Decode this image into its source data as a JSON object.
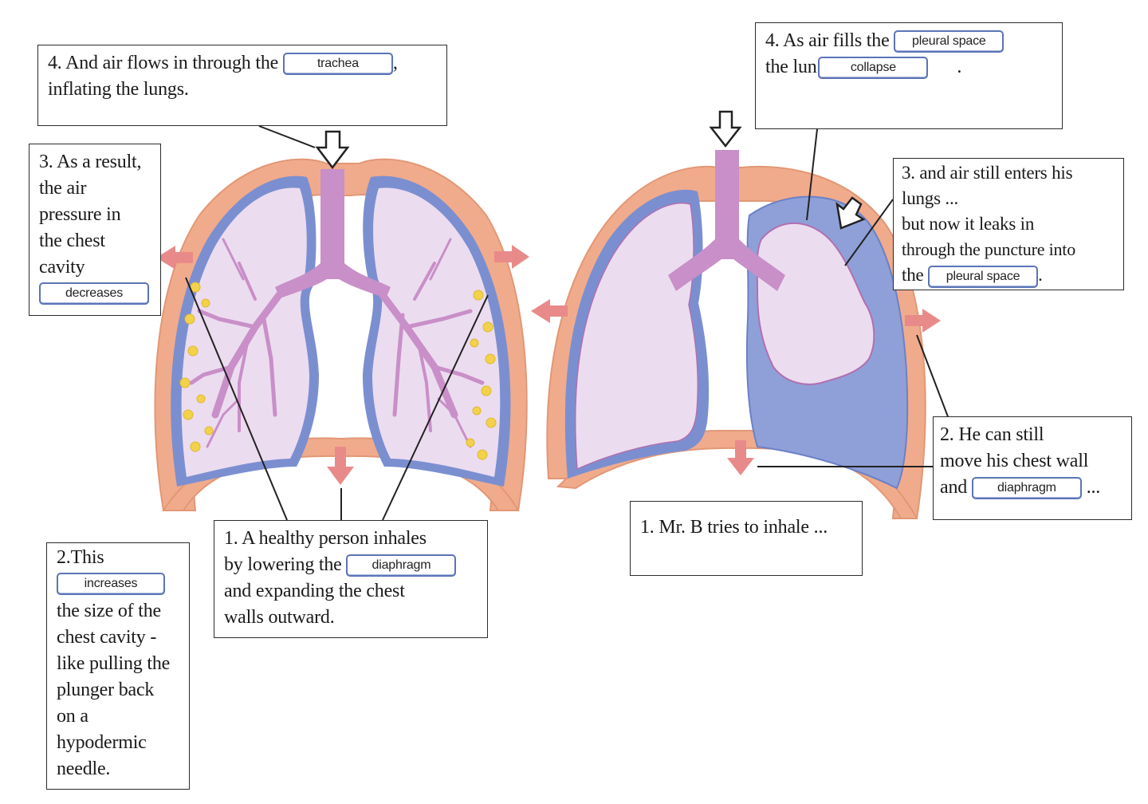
{
  "left_diagram": {
    "label_4": {
      "text_before": "4. And air flows in through the",
      "blank": "trachea",
      "text_after": ",",
      "line2": "inflating the lungs."
    },
    "label_3": {
      "lines": [
        "3. As a result,",
        "the air",
        "pressure in",
        "the chest",
        "cavity"
      ],
      "blank": "decreases"
    },
    "label_2": {
      "line1": "2.This",
      "blank": "increases",
      "lines": [
        "the size of the",
        "chest cavity -",
        "like pulling the",
        "plunger back",
        "on a",
        "hypodermic",
        "needle."
      ]
    },
    "label_1": {
      "line1": "1. A healthy person inhales",
      "line2_before": "by lowering the",
      "blank": "diaphragm",
      "line3": "and expanding the chest",
      "line4": "walls outward."
    }
  },
  "right_diagram": {
    "label_4": {
      "line1_before": "4. As air fills the",
      "blank1": "pleural space",
      "line2_before": "the lun",
      "blank2": "collapse",
      "line2_after": "."
    },
    "label_3": {
      "lines": [
        "3. and air still enters his",
        "lungs ...",
        "but now it leaks in",
        "through the puncture into"
      ],
      "last_before": "the",
      "blank": "pleural space",
      "last_after": "."
    },
    "label_2": {
      "line1": "2. He can still",
      "line2": "move his chest wall",
      "line3_before": "and",
      "blank": "diaphragm",
      "line3_after": "..."
    },
    "label_1": {
      "text": "1. Mr. B tries to inhale ..."
    }
  },
  "colors": {
    "chest_wall": "#f0ab8c",
    "pleura": "#7b8fd0",
    "lung": "#ecdcf0",
    "bronchi": "#c98fc8",
    "arrow": "#e98a8a",
    "chip_border": "#5b74b8",
    "alveoli": "#f2d24a"
  }
}
